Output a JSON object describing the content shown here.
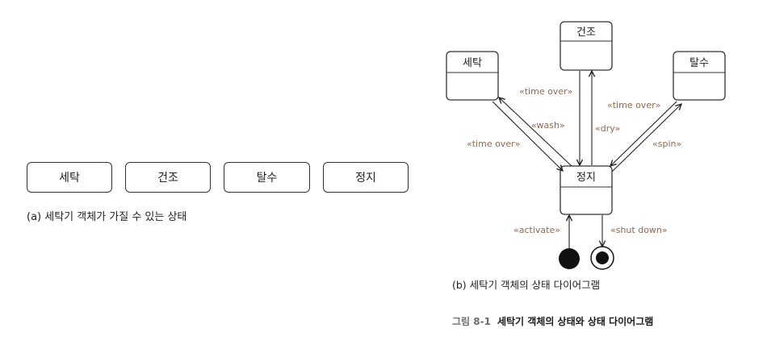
{
  "panel_a": {
    "states": [
      "세탁",
      "건조",
      "탈수",
      "정지"
    ],
    "caption": "(a) 세탁기 객체가 가질 수 있는 상태"
  },
  "panel_b": {
    "states": {
      "wash": "세탁",
      "dry": "건조",
      "spin": "탈수",
      "stop": "정지"
    },
    "transitions": {
      "wash_to_stop": "«time over»",
      "stop_to_wash": "«wash»",
      "dry_to_stop": "«time over»",
      "stop_to_dry": "«dry»",
      "spin_to_stop": "«time over»",
      "stop_to_spin": "«spin»",
      "activate": "«activate»",
      "shut_down": "«shut down»"
    },
    "caption": "(b) 세탁기 객체의 상태 다이어그램"
  },
  "figure": {
    "number": "그림 8-1",
    "title": "세탁기 객체의 상태와 상태 다이어그램"
  }
}
